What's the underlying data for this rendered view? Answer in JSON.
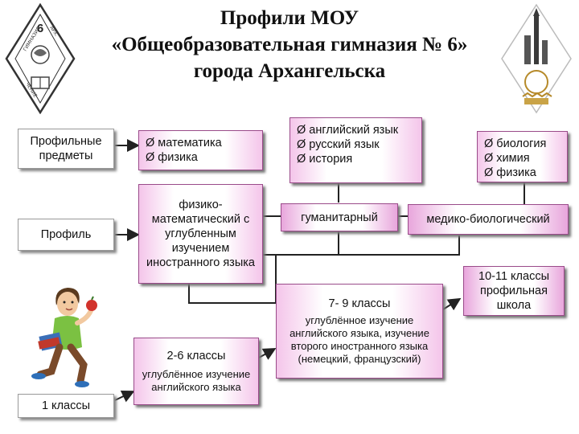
{
  "title_lines": [
    "Профили МОУ",
    "«Общеобразовательная гимназия № 6»",
    "города Архангельска"
  ],
  "labels": {
    "profile_subjects": "Профильные предметы",
    "profile": "Профиль",
    "grade1": "1 классы"
  },
  "subjects": {
    "math_physics": [
      "Ø математика",
      "Ø физика"
    ],
    "humanities": [
      "Ø английский язык",
      "Ø русский язык",
      "Ø история"
    ],
    "biomed": [
      "Ø биология",
      "Ø химия",
      "Ø физика"
    ]
  },
  "profiles": {
    "physmath": "физико-математический с углубленным изучением иностранного языка",
    "humanitarian": "гуманитарный",
    "biomed": "медико-биологический"
  },
  "stages": {
    "g2_6_title": "2-6 классы",
    "g2_6_text": "углублённое изучение английского языка",
    "g7_9_title": "7- 9 классы",
    "g7_9_text": "углублённое изучение английского языка, изучение второго иностранного языка (немецкий, французский)",
    "g10_11_title": "10-11 классы профильная школа"
  },
  "logo": {
    "digit": "6",
    "ring_text": "ГИМНАЗИЯ · Г. АРХАНГЕЛЬСК · 2006"
  },
  "colors": {
    "pink_edge": "#f4c5ea",
    "border": "#9a4b8a"
  },
  "icons": [
    "gymnasium-emblem-icon",
    "anniversary-emblem-icon",
    "running-student-icon",
    "arrow-icon"
  ]
}
